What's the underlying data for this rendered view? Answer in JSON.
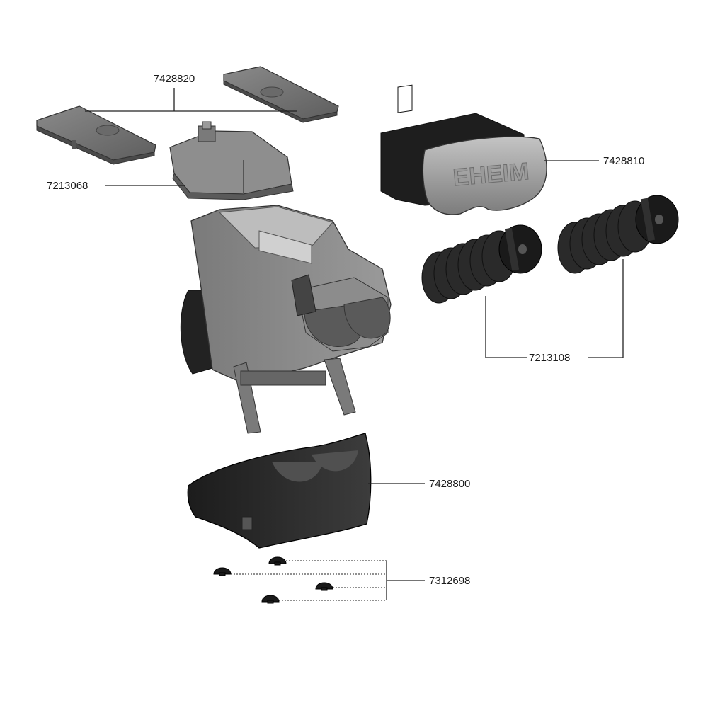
{
  "parts": {
    "lids": "7428820",
    "lid_cover": "7213068",
    "front_cover": "7428810",
    "sponges": "7213108",
    "base_shell": "7428800",
    "suction_cups": "7312698"
  },
  "logo": "EHEIM",
  "colors": {
    "dark": "#2b2b2b",
    "mid": "#6a6a6a",
    "light": "#9c9c9c",
    "highlight": "#bdbdbd"
  }
}
